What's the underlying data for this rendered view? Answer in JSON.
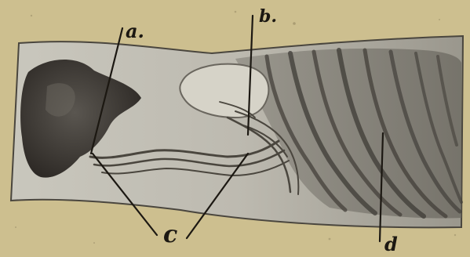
{
  "figure": {
    "labels": {
      "a": "a.",
      "b": "b.",
      "c": "c",
      "d": "d"
    },
    "colors": {
      "paper": "#cdbf8f",
      "specimen_light": "#c8c6ba",
      "specimen_dark": "#3a3630",
      "ink": "#1c1812"
    }
  }
}
